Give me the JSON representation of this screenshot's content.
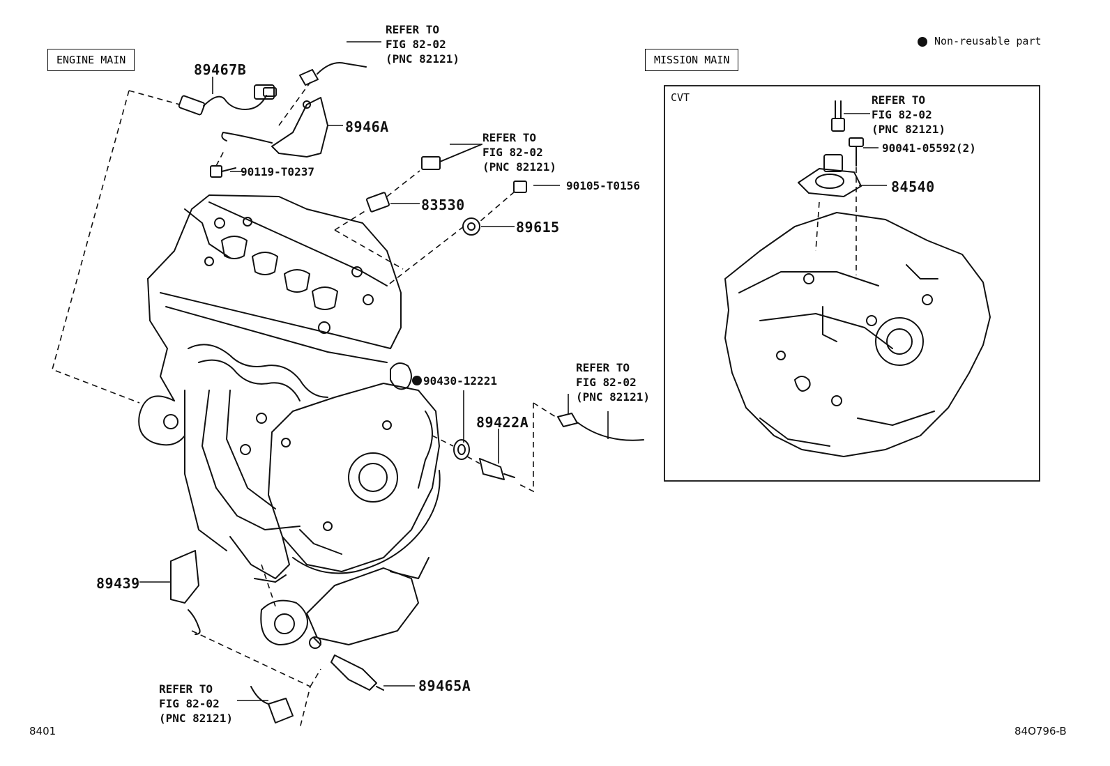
{
  "frames": {
    "engine": "ENGINE MAIN",
    "mission": "MISSION MAIN",
    "cvt": "CVT"
  },
  "legend": {
    "text": "Non-reusable part"
  },
  "refer": {
    "line1": "REFER TO",
    "line2": "FIG 82-02",
    "line3": "(PNC 82121)"
  },
  "parts": {
    "p89467B": "89467B",
    "p8946A": "8946A",
    "p90119": "90119-T0237",
    "p83530": "83530",
    "p90105": "90105-T0156",
    "p89615": "89615",
    "p90430": "90430-12221",
    "p89422A": "89422A",
    "p89439": "89439",
    "p89465A": "89465A",
    "p90041": "90041-05592(2)",
    "p84540": "84540"
  },
  "footer": {
    "left": "8401",
    "right": "84O796-B"
  }
}
